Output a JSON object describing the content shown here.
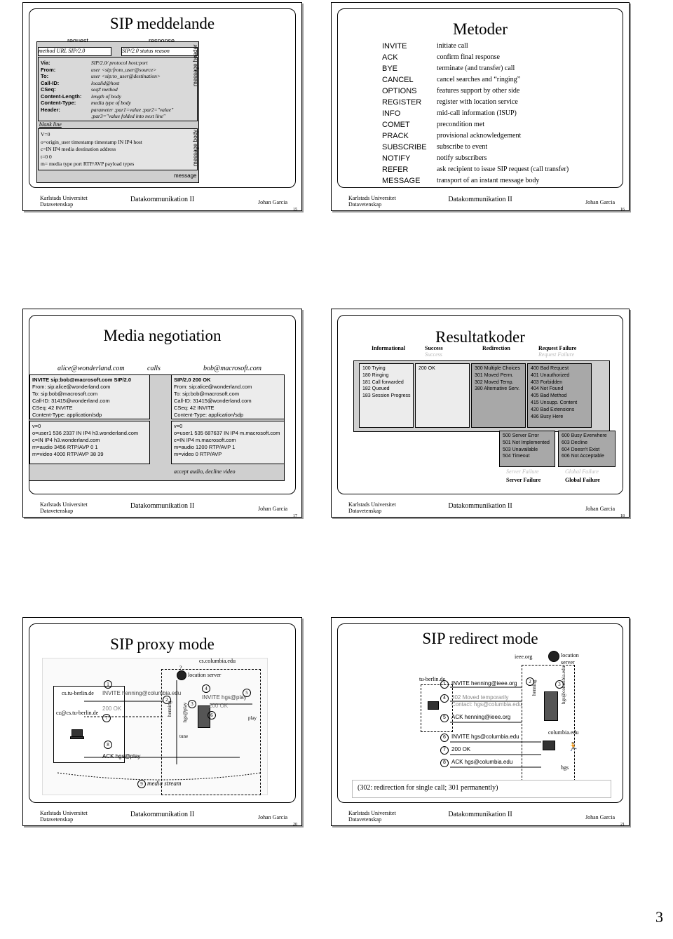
{
  "footer": {
    "university": "Karlstads Universitet",
    "department": "Datavetenskap",
    "course": "Datakommunikation II",
    "author": "Johan Garcia"
  },
  "page_number": "3",
  "slides": [
    {
      "number": "15",
      "title": "SIP meddelande",
      "labels": {
        "request": "request",
        "response": "response",
        "message": "message",
        "header": "message header",
        "body": "message body"
      },
      "start_left": "method URL  SIP/2.0",
      "start_right": "SIP/2.0  status reason",
      "headers": [
        [
          "Via:",
          "SIP/2.0/ protocol host:port"
        ],
        [
          "From:",
          "user <sip:from_user@source>"
        ],
        [
          "To:",
          "user <sip:to_user@destination>"
        ],
        [
          "Call-ID:",
          "localid@host"
        ],
        [
          "CSeq:",
          "seq# method"
        ],
        [
          "Content-Length:",
          "length of body"
        ],
        [
          "Content-Type:",
          "media type of body"
        ],
        [
          "Header:",
          "parameter ;par1=value ;par2=\"value\""
        ],
        [
          "",
          ";par3=\"value folded into next line\""
        ]
      ],
      "blank": "blank line",
      "body": [
        "V=0",
        "o=origin_user timestamp timestamp  IN IP4 host",
        "c=IN IP4  media destination address",
        "t=0 0",
        "m= media type  port  RTP/AVP  payload types"
      ]
    },
    {
      "number": "16",
      "title": "Metoder",
      "methods": [
        [
          "INVITE",
          "initiate call"
        ],
        [
          "ACK",
          "confirm final response"
        ],
        [
          "BYE",
          "terminate (and transfer) call"
        ],
        [
          "CANCEL",
          "cancel searches and “ringing”"
        ],
        [
          "OPTIONS",
          "features support by other side"
        ],
        [
          "REGISTER",
          "register with location service"
        ],
        [
          "INFO",
          "mid-call information (ISUP)"
        ],
        [
          "COMET",
          "precondition met"
        ],
        [
          "PRACK",
          "provisional acknowledgement"
        ],
        [
          "SUBSCRIBE",
          "subscribe to event"
        ],
        [
          "NOTIFY",
          "notify subscribers"
        ],
        [
          "REFER",
          "ask recipient to issue SIP request (call transfer)"
        ],
        [
          "MESSAGE",
          "transport of an instant message body"
        ]
      ]
    },
    {
      "number": "17",
      "title": "Media negotiation",
      "caller": "alice@wonderland.com",
      "calls": "calls",
      "callee": "bob@macrosoft.com",
      "request_lines": [
        "INVITE sip:bob@macrosoft.com SIP/2.0",
        "From: sip:alice@wonderland.com",
        "To: sip:bob@macrosoft.com",
        "Call-ID: 31415@wonderland.com",
        "CSeq: 42 INVITE",
        "Content-Type: application/sdp"
      ],
      "request_body": [
        "v=0",
        "o=user1 536 2337 IN IP4 h3.wonderland.com",
        "c=IN IP4 h3.wonderland.com",
        "m=audio 3456 RTP/AVP 0 1",
        "m=video 4000 RTP/AVP 38 39"
      ],
      "response_lines": [
        "SIP/2.0 200 OK",
        "From: sip:alice@wonderland.com",
        "To: sip:bob@macrosoft.com",
        "Call-ID: 31415@wonderland.com",
        "CSeq: 42 INVITE",
        "Content-Type: application/sdp"
      ],
      "response_body": [
        "v=0",
        "o=user1 535 687637 IN IP4 m.macrosoft.com",
        "c=IN IP4 m.macrosoft.com",
        "m=audio 1200 RTP/AVP 1",
        "m=video 0 RTP/AVP"
      ],
      "note": "accept audio, decline video"
    },
    {
      "number": "18",
      "title": "Resultatkoder",
      "headers": [
        "Informational",
        "Success",
        "Redirection",
        "Request Failure"
      ],
      "ghost_headers": [
        "Success",
        "Request Failure"
      ],
      "informational": [
        "100 Trying",
        "180 Ringing",
        "181 Call forwarded",
        "182 Queued",
        "183 Session Progress"
      ],
      "success": [
        "200 OK"
      ],
      "redirection": [
        "300 Multiple Choices",
        "301 Moved Perm.",
        "302 Moved Temp.",
        "380 Alternative Serv."
      ],
      "request_failure": [
        "400 Bad Request",
        "401 Unauthorized",
        "403 Forbidden",
        "404 Not Found",
        "405 Bad Method",
        "415 Unsupp. Content",
        "420 Bad Extensions",
        "486 Busy Here"
      ],
      "server_failure": [
        "500 Server Error",
        "501 Not Implemented",
        "503 Unavailable",
        "504 Timeout"
      ],
      "global_failure": [
        "600 Busy Everwhere",
        "603 Decline",
        "604 Doesn't Exist",
        "606 Not Acceptable"
      ],
      "footer_labels": [
        "Server Failure",
        "Global Failure"
      ]
    },
    {
      "number": "20",
      "title": "SIP  proxy mode",
      "domain_a": "cs.tu-berlin.de",
      "user_a": "cz@cs.tu-berlin.de",
      "domain_b": "cs.columbia.edu",
      "location_server": "location server",
      "steps": {
        "s1": "INVITE henning@columbia.edu",
        "s4": "INVITE hgs@play",
        "s6": "200 OK",
        "s7": "200 OK",
        "s8": "ACK hgs@play",
        "s9": "media stream"
      },
      "labels": {
        "henning": "henning",
        "hgs_play": "hgs@play",
        "play": "play",
        "tune": "tune"
      },
      "numbers": [
        "1",
        "2",
        "3",
        "4",
        "5",
        "6",
        "7",
        "8",
        "9",
        "?"
      ]
    },
    {
      "number": "21",
      "title": "SIP redirect mode",
      "host_ieee": "ieee.org",
      "host_tu": "tu-berlin.de",
      "host_columbia": "columbia.edu",
      "location_server": "location server",
      "steps": [
        [
          "1",
          "INVITE henning@ieee.org"
        ],
        [
          "4",
          "302 Moved temporarily"
        ],
        [
          "",
          "Contact: hgs@columbia.edu"
        ],
        [
          "5",
          "ACK henning@ieee.org"
        ],
        [
          "6",
          "INVITE hgs@columbia.edu"
        ],
        [
          "7",
          "200 OK"
        ],
        [
          "8",
          "ACK hgs@columbia.edu"
        ]
      ],
      "side_labels": {
        "henning": "henning",
        "hgs_col": "hgs@columbia.edu",
        "hgs": "hgs"
      },
      "numbers": [
        "2",
        "3"
      ],
      "caption": "(302: redirection for single call; 301 permanently)"
    }
  ]
}
